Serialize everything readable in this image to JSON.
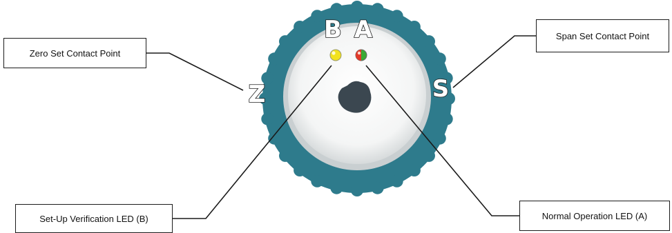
{
  "callouts": {
    "zero_set": "Zero Set Contact Point",
    "span_set": "Span Set Contact Point",
    "setup_led": "Set-Up Verification LED (B)",
    "normal_led": "Normal Operation LED (A)"
  },
  "dial": {
    "letter_b": "B",
    "letter_a": "A",
    "letter_z": "Z",
    "letter_s": "S",
    "ring_color": "#2e7b8c",
    "face_color": "#eef0f0",
    "knob_color": "#3b4750"
  },
  "leds": {
    "b_color": "#f2e21e",
    "a_color_left": "#e23a2a",
    "a_color_right": "#3aaa35"
  }
}
